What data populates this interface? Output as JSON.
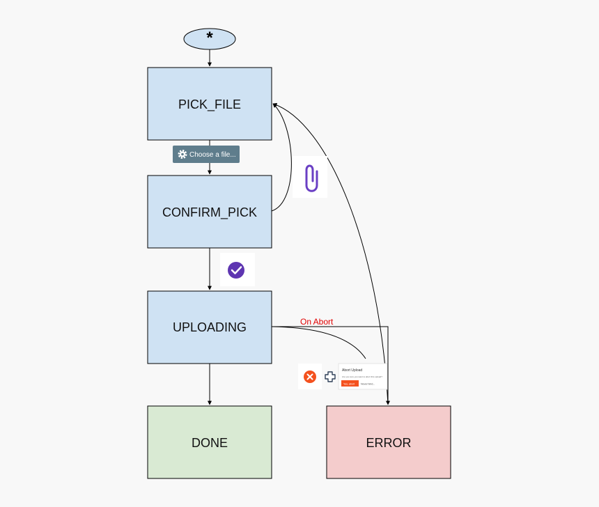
{
  "diagram": {
    "start": {
      "label": "*"
    },
    "states": {
      "pick_file": "PICK_FILE",
      "confirm_pick": "CONFIRM_PICK",
      "uploading": "UPLOADING",
      "done": "DONE",
      "error": "ERROR"
    },
    "transitions": {
      "choose_file_button": "Choose a file...",
      "on_abort": "On Abort"
    },
    "abort_dialog": {
      "title": "Abort Upload",
      "message": "Are you sure you want to abort this upload?",
      "yes_button": "Yes, abort",
      "no_button": "Nevermind..."
    },
    "icons": {
      "attach": "paperclip-icon",
      "confirm": "check-circle-icon",
      "cancel": "close-circle-icon",
      "plus": "plus-icon",
      "choose_file": "gear-icon"
    },
    "colors": {
      "state_blue": "#cfe2f3",
      "state_green": "#d9ead3",
      "state_red": "#f4cccc",
      "button_slate": "#5f7d8c",
      "abort_label": "#e00000",
      "attach_purple": "#6a3fc4",
      "check_purple": "#5e35b1",
      "cancel_orange": "#f4511e"
    }
  }
}
